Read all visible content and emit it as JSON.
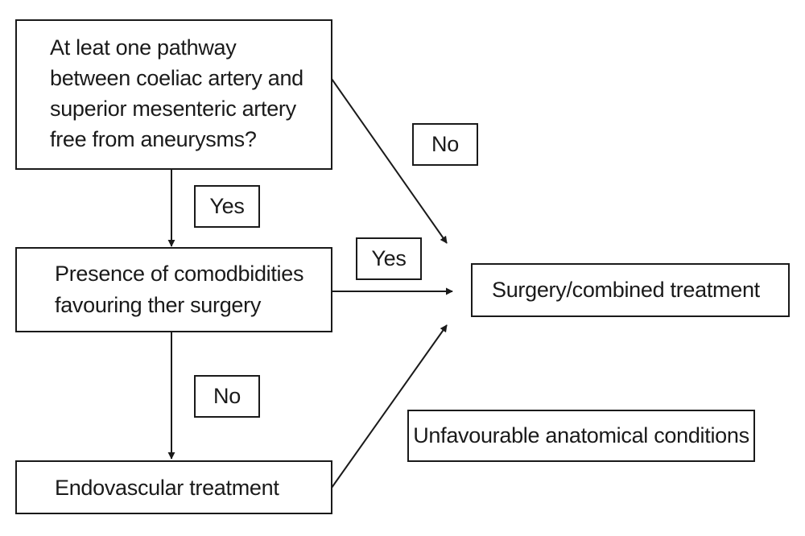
{
  "nodes": {
    "question": {
      "lines": [
        "At leat one pathway",
        "between coeliac artery and",
        "superior mesenteric artery",
        "free from aneurysms?"
      ]
    },
    "comorbidities": {
      "lines": [
        "Presence of comodbidities",
        "favouring ther surgery"
      ]
    },
    "endovascular": {
      "text": "Endovascular treatment"
    },
    "surgery": {
      "text": "Surgery/combined treatment"
    }
  },
  "labels": {
    "no_top": "No",
    "yes_down": "Yes",
    "yes_right": "Yes",
    "no_down": "No",
    "unfavourable": "Unfavourable anatomical conditions"
  },
  "colors": {
    "line": "#1a1a1a",
    "background": "#ffffff"
  }
}
